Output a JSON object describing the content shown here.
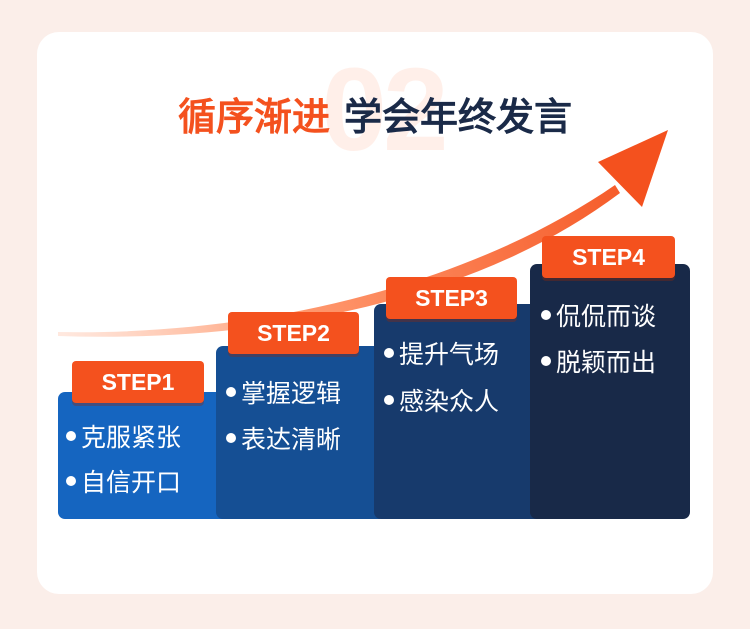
{
  "title": {
    "part1": "循序渐进",
    "part2": "学会年终发言",
    "background_number": "02"
  },
  "steps": [
    {
      "label": "STEP1",
      "items": [
        "克服紧张",
        "自信开口"
      ]
    },
    {
      "label": "STEP2",
      "items": [
        "掌握逻辑",
        "表达清晰"
      ]
    },
    {
      "label": "STEP3",
      "items": [
        "提升气场",
        "感染众人"
      ]
    },
    {
      "label": "STEP4",
      "items": [
        "侃侃而谈",
        "脱颖而出"
      ]
    }
  ],
  "colors": {
    "accent": "#f4511e",
    "step1": "#1565c0",
    "step2": "#154f94",
    "step3": "#173a6c",
    "step4": "#182948",
    "title_dark": "#1a2a48",
    "background": "#fbeee9"
  }
}
